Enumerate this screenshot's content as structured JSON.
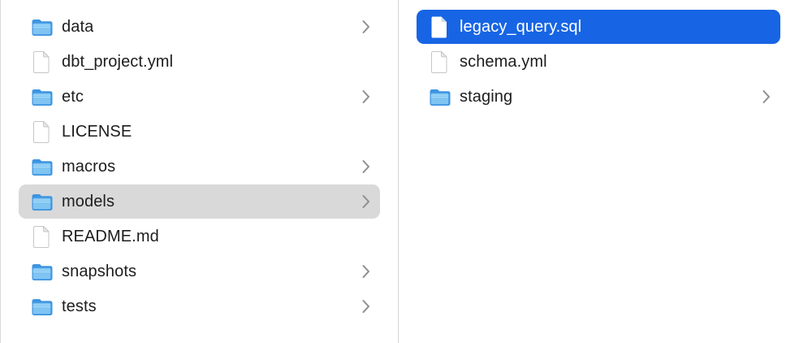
{
  "view": "finder-column-browser",
  "colors": {
    "selection_active": "#1765e4",
    "selection_inactive": "#d9d9d9",
    "divider": "#d8d8d8",
    "text": "#1d1d1f",
    "text_selected": "#ffffff",
    "chevron": "#8e8e8e",
    "folder_outer": "#3d94e2",
    "folder_inner": "#7fc4f2",
    "folder_stripe": "#a9dcf8",
    "doc_fill": "#ffffff",
    "doc_stroke": "#c6c6c6",
    "doc_fold": "#e9e9e9"
  },
  "icons": {
    "folder": "folder-icon",
    "document": "document-icon",
    "chevron": "chevron-right-icon"
  },
  "columns": [
    {
      "name": "left-column",
      "items": [
        {
          "label": "data",
          "type": "folder",
          "chevron": true,
          "selected": "none"
        },
        {
          "label": "dbt_project.yml",
          "type": "file",
          "chevron": false,
          "selected": "none"
        },
        {
          "label": "etc",
          "type": "folder",
          "chevron": true,
          "selected": "none"
        },
        {
          "label": "LICENSE",
          "type": "file",
          "chevron": false,
          "selected": "none"
        },
        {
          "label": "macros",
          "type": "folder",
          "chevron": true,
          "selected": "none"
        },
        {
          "label": "models",
          "type": "folder",
          "chevron": true,
          "selected": "inactive"
        },
        {
          "label": "README.md",
          "type": "file",
          "chevron": false,
          "selected": "none"
        },
        {
          "label": "snapshots",
          "type": "folder",
          "chevron": true,
          "selected": "none"
        },
        {
          "label": "tests",
          "type": "folder",
          "chevron": true,
          "selected": "none"
        }
      ]
    },
    {
      "name": "right-column",
      "items": [
        {
          "label": "legacy_query.sql",
          "type": "file",
          "chevron": false,
          "selected": "active"
        },
        {
          "label": "schema.yml",
          "type": "file",
          "chevron": false,
          "selected": "none"
        },
        {
          "label": "staging",
          "type": "folder",
          "chevron": true,
          "selected": "none"
        }
      ]
    }
  ]
}
